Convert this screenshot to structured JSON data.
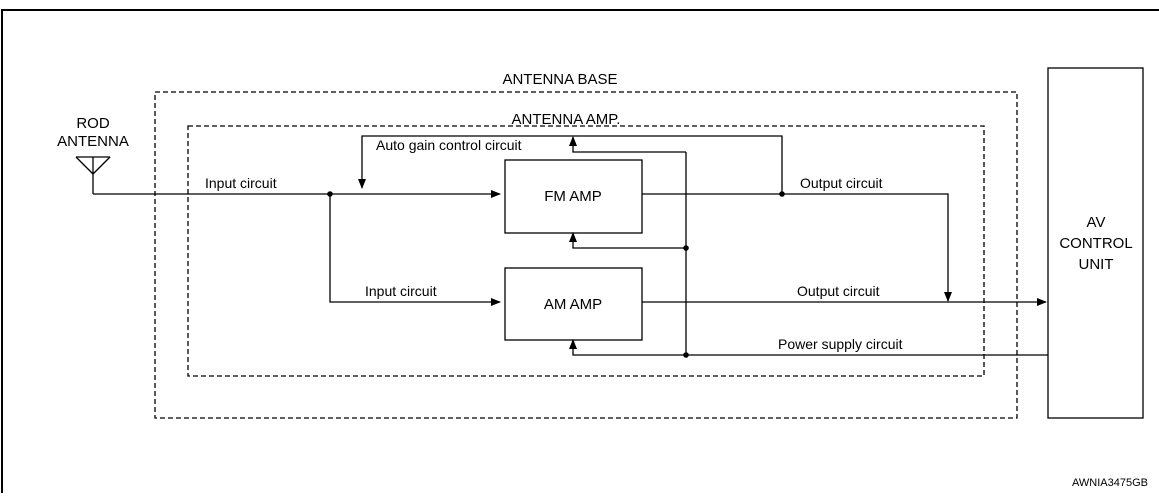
{
  "diagram": {
    "rod_antenna": [
      "ROD",
      "ANTENNA"
    ],
    "antenna_base": "ANTENNA BASE",
    "antenna_amp": "ANTENNA AMP.",
    "fm_amp": "FM AMP",
    "am_amp": "AM AMP",
    "av_control_unit": [
      "AV",
      "CONTROL",
      "UNIT"
    ],
    "input_circuit_fm": "Input circuit",
    "input_circuit_am": "Input circuit",
    "auto_gain_control_circuit": "Auto gain control circuit",
    "output_circuit_fm": "Output circuit",
    "output_circuit_am": "Output circuit",
    "power_supply_circuit": "Power supply circuit",
    "figure_code": "AWNIA3475GB"
  }
}
